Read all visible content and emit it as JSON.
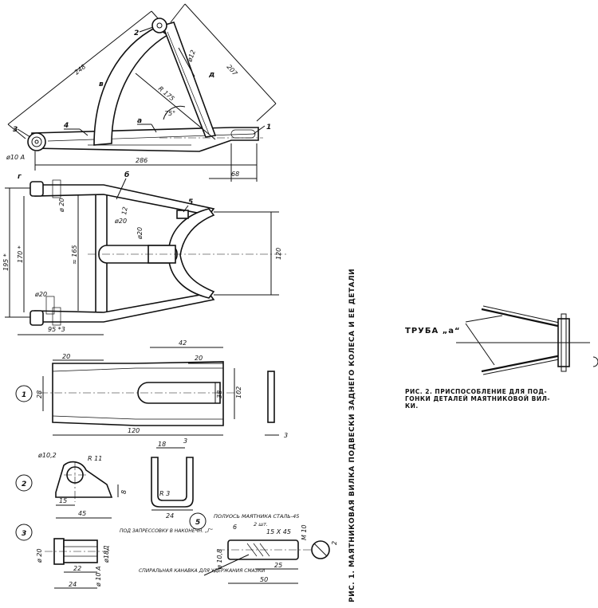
{
  "fig1": {
    "caption": "РИС. 1. МАЯТНИКОВАЯ ВИЛКА ПОДВЕСКИ ЗАДНЕГО КОЛЕСА И ЕЕ ДЕТАЛИ",
    "side": {
      "d248": "248",
      "d207": "207",
      "r175": "R 175",
      "ang75": "75°",
      "d12": "ø12",
      "d286": "286",
      "d68": "68",
      "d10": "ø10 А",
      "n1": "1",
      "n2": "2",
      "n3": "3",
      "n4": "4",
      "la": "а",
      "ld": "д",
      "lv": "в"
    },
    "plan": {
      "d20a": "ø 20",
      "d12": "12",
      "d20b": "ø20",
      "d20c": "ø20",
      "d20d": "ø20",
      "d165": "≈ 165",
      "d195": "195 *",
      "d170": "170 *",
      "d120": "120",
      "d95": "95 *3",
      "lg": "г",
      "lb": "б",
      "n5": "5"
    },
    "p1": {
      "num": "1",
      "d42": "42",
      "d20a": "20",
      "d20b": "20",
      "d28": "28",
      "d38": "38",
      "d102": "102",
      "d120": "120",
      "d3": "3"
    },
    "p2": {
      "num": "2",
      "d102": "ø10,2",
      "r11": "R 11",
      "d8": "8",
      "d15": "15",
      "d45": "45",
      "d18": "18",
      "d3": "3",
      "r3": "R 3",
      "d24": "24"
    },
    "p3": {
      "num": "3",
      "d20": "ø 20",
      "d18": "ø18Д",
      "d10": "ø 10 А",
      "d22": "22",
      "d24": "24",
      "note": "ПОД ЗАПРЕССОВКУ В НАКОНЕЧН. „Г“"
    },
    "p5": {
      "num": "5",
      "title1": "ПОЛУОСЬ МАЯТНИКА  СТАЛЬ-45",
      "title2": "2 шт.",
      "d6": "6",
      "d15x45": "15 X 45",
      "m10": "М 10",
      "d2": "2",
      "d108": "ø 10,8",
      "d25": "25",
      "d50": "50",
      "note": "СПИРАЛЬНАЯ КАНАВКА ДЛЯ УДЕРЖАНИЯ СМАЗКИ"
    }
  },
  "fig2": {
    "label": "ТРУБА „а“",
    "caption_line1": "РИС. 2. ПРИСПОСОБЛЕНИЕ ДЛЯ ПОД-",
    "caption_line2": "ГОНКИ ДЕТАЛЕЙ МАЯТНИКОВОЙ ВИЛ-",
    "caption_line3": "КИ."
  }
}
